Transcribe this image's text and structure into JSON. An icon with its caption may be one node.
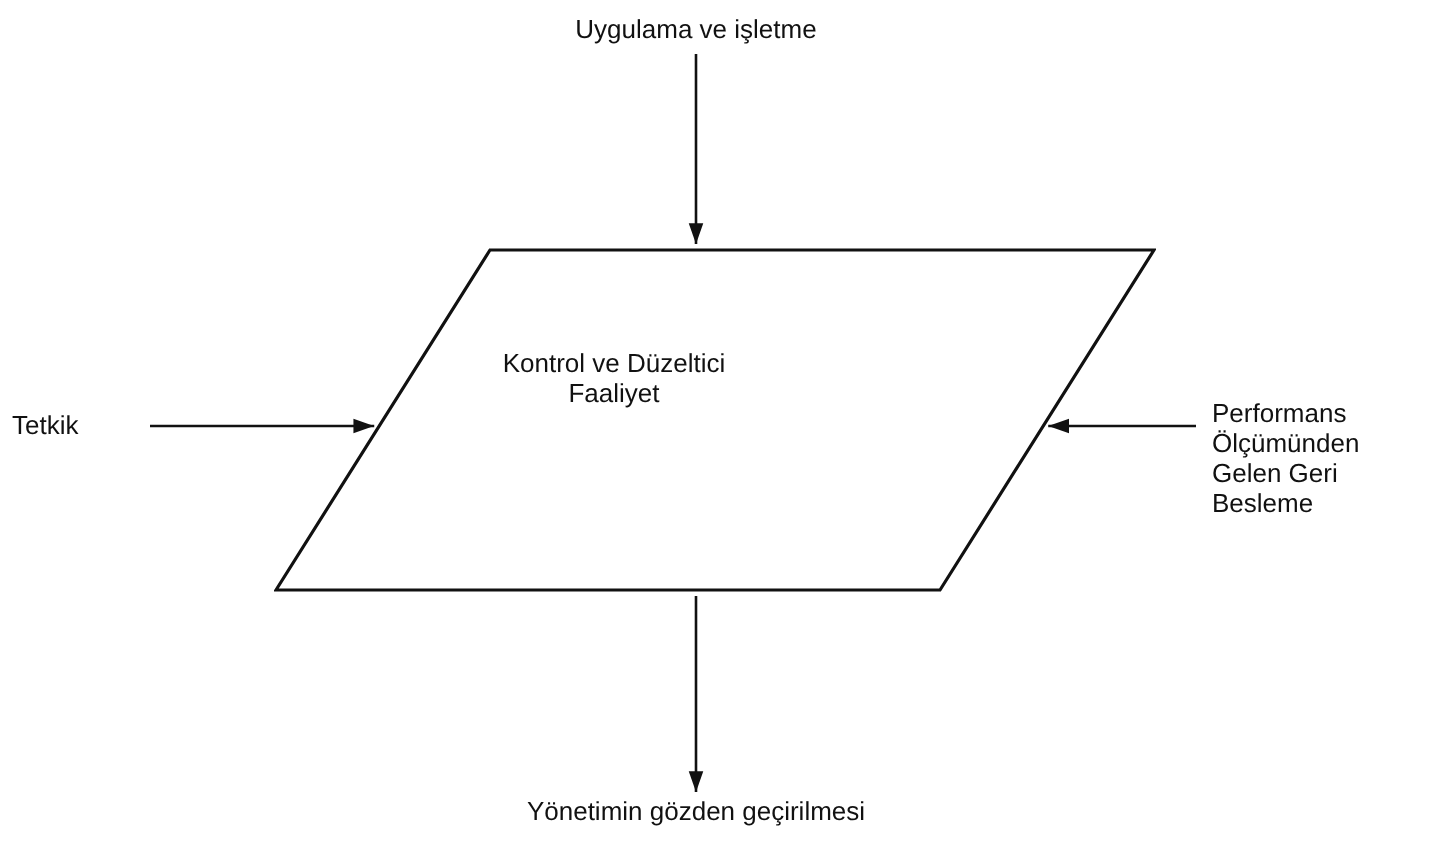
{
  "diagram": {
    "nodes": [
      {
        "text": [
          "Uygulama ve işletme"
        ]
      },
      {
        "text": [
          "Kontrol ve Düzeltici Faaliyet"
        ]
      },
      {
        "text": [
          "Tetkik"
        ]
      },
      {
        "text": [
          "Performans Ölçümünden Gelen Geri Besleme"
        ]
      },
      {
        "text": [
          "Yönetimin gözden geçirilmesi"
        ]
      }
    ],
    "edges": [
      {
        "from": 0,
        "to": 1,
        "arrow": "to"
      },
      {
        "from": 2,
        "to": 1,
        "arrow": "to"
      },
      {
        "from": 3,
        "to": 1,
        "arrow": "to"
      },
      {
        "from": 1,
        "to": 4,
        "arrow": "to"
      }
    ]
  }
}
